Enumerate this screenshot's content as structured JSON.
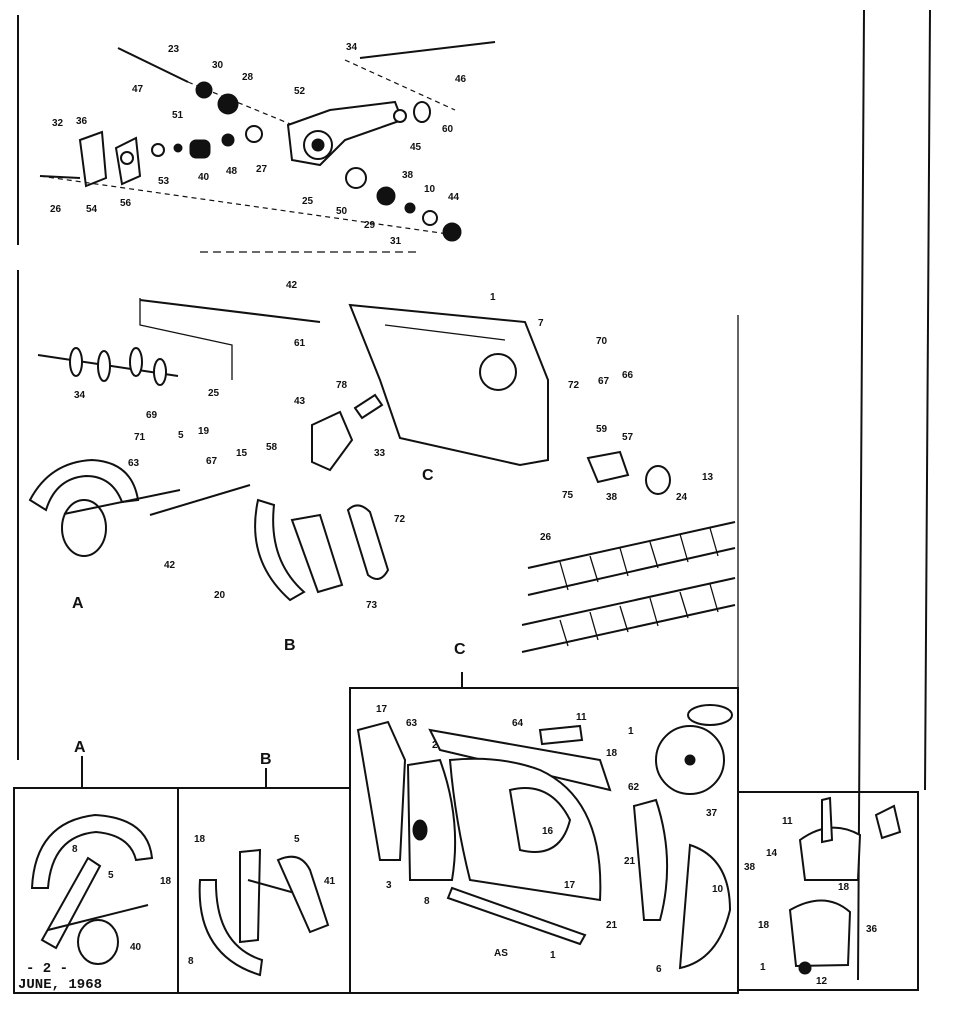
{
  "sections": {
    "a": "A",
    "b": "B",
    "c": "C"
  },
  "sub_labels": {
    "b_lower": "B",
    "c_top": "C",
    "c_mid": "C",
    "a_bottom": "A"
  },
  "footer": {
    "page": "- 2 -",
    "date": "JUNE, 1968"
  },
  "assembly_code": "AS",
  "callouts": {
    "top": [
      "23",
      "47",
      "30",
      "28",
      "52",
      "34",
      "46",
      "32",
      "36",
      "51",
      "60",
      "45",
      "26",
      "54",
      "56",
      "53",
      "40",
      "48",
      "27",
      "25",
      "50",
      "38",
      "10",
      "44",
      "29",
      "31",
      "42"
    ],
    "middle": [
      "1",
      "61",
      "7",
      "70",
      "67",
      "66",
      "34",
      "25",
      "78",
      "72",
      "43",
      "69",
      "71",
      "5",
      "19",
      "63",
      "67",
      "15",
      "58",
      "33",
      "59",
      "57",
      "75",
      "38",
      "24",
      "13",
      "42",
      "72",
      "20",
      "73",
      "26"
    ],
    "panel_a": [
      "8",
      "5",
      "18",
      "40"
    ],
    "panel_b": [
      "18",
      "5",
      "41",
      "8"
    ],
    "panel_c": [
      "17",
      "63",
      "64",
      "11",
      "2",
      "18",
      "1",
      "37",
      "16",
      "62",
      "3",
      "8",
      "17",
      "21",
      "21",
      "10",
      "6",
      "1"
    ],
    "panel_d": [
      "11",
      "38",
      "14",
      "18",
      "18",
      "36",
      "1",
      "12"
    ]
  }
}
